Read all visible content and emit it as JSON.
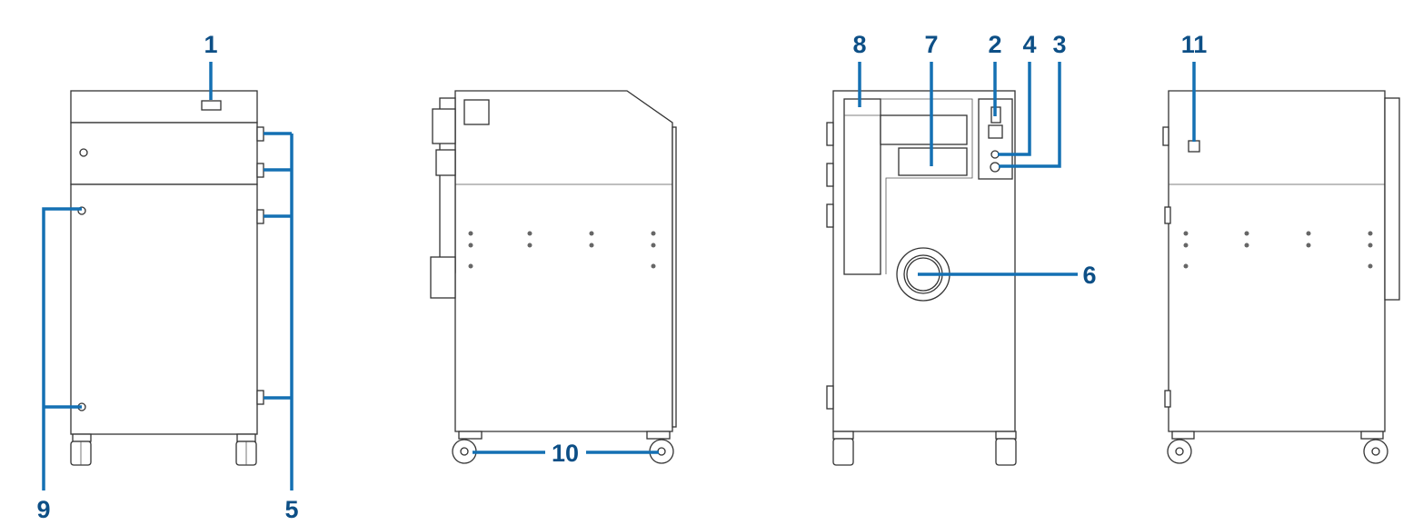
{
  "title": "Unit views with numbered callouts",
  "callouts": {
    "c1": "1",
    "c2": "2",
    "c3": "3",
    "c4": "4",
    "c5": "5",
    "c6": "6",
    "c7": "7",
    "c8": "8",
    "c9": "9",
    "c10": "10",
    "c11": "11"
  },
  "colors": {
    "label": "#0d4f86",
    "leader": "#1470b3",
    "outline": "#333333"
  }
}
